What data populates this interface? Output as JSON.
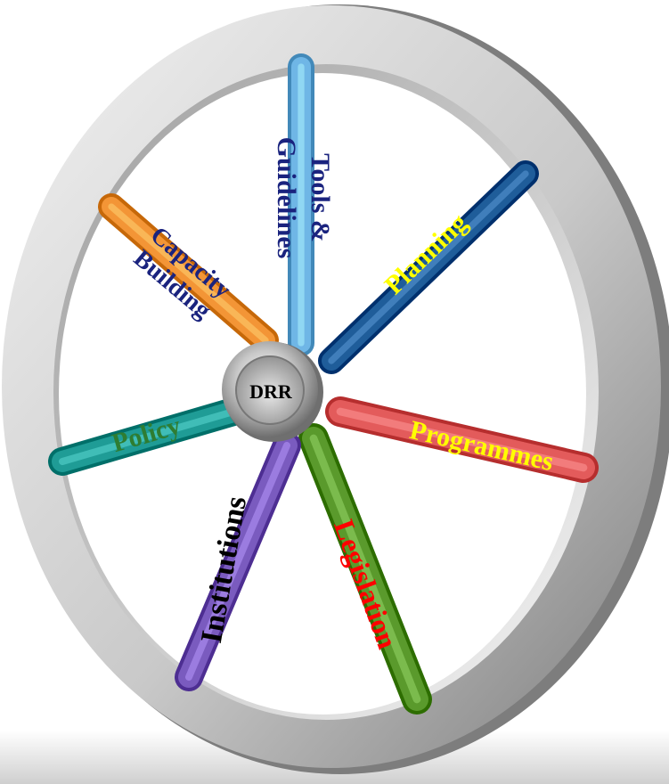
{
  "hub": {
    "label": "DRR"
  },
  "spokes": [
    {
      "id": "tools",
      "lines": [
        "Tools  &",
        "Guidelines"
      ],
      "color": "#6fb6e6",
      "text_color": "#1a237e"
    },
    {
      "id": "planning",
      "lines": [
        "Planning"
      ],
      "color": "#1f5d9a",
      "text_color": "#ffff00"
    },
    {
      "id": "programmes",
      "lines": [
        "Programmes"
      ],
      "color": "#e35b5b",
      "text_color": "#ffff00"
    },
    {
      "id": "legislation",
      "lines": [
        "Legislation"
      ],
      "color": "#5a9a2c",
      "text_color": "#ff0000"
    },
    {
      "id": "institutions",
      "lines": [
        "Institutions"
      ],
      "color": "#7a5bbf",
      "text_color": "#000000"
    },
    {
      "id": "policy",
      "lines": [
        "Policy"
      ],
      "color": "#1f9c96",
      "text_color": "#2e7d32"
    },
    {
      "id": "capacity",
      "lines": [
        "Capacity",
        "Building"
      ],
      "color": "#f39536",
      "text_color": "#1a237e"
    }
  ],
  "colors": {
    "rim_light": "#e6e6e6",
    "rim_dark": "#8a8a8a",
    "hub": "#9a9a9a"
  }
}
